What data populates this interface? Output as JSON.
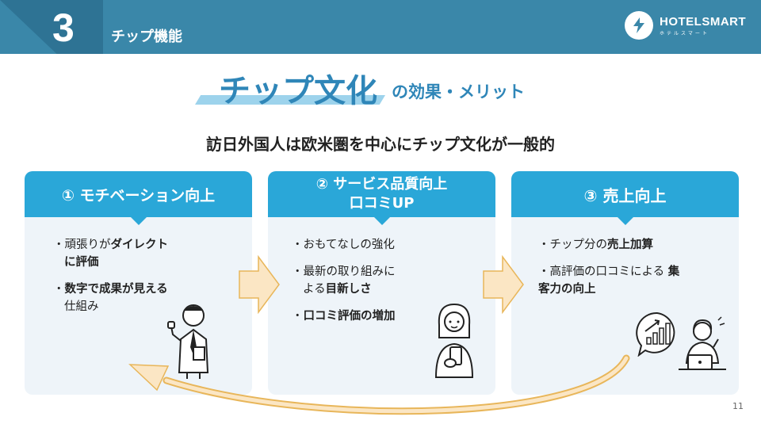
{
  "header": {
    "section_number": "3",
    "section_title": "チップ機能",
    "logo_name": "HOTELSMART",
    "logo_sub": "ホテルスマート"
  },
  "title": {
    "main": "チップ文化",
    "suffix": "の効果・メリット"
  },
  "subtitle": "訪日外国人は欧米圏を中心にチップ文化が一般的",
  "cards": [
    {
      "heading": "① モチベーション向上",
      "bullets": [
        {
          "prefix": "・頑張りが",
          "bold": "ダイレクト",
          "line2_bold": "に評価",
          "line2": ""
        },
        {
          "prefix": "・",
          "bold": "数字で成果が見える",
          "line2_bold": "",
          "line2": "仕組み"
        }
      ]
    },
    {
      "heading_line1": "② サービス品質向上",
      "heading_line2": "口コミUP",
      "bullets": [
        {
          "prefix": "・おもてなしの強化",
          "bold": "",
          "line2_bold": "",
          "line2": ""
        },
        {
          "prefix": "・最新の取り組みに",
          "bold": "",
          "line2": "よる",
          "line2_bold": "目新しさ"
        },
        {
          "prefix": "・",
          "bold": "口コミ評価の増加",
          "line2_bold": "",
          "line2": ""
        }
      ]
    },
    {
      "heading": "③ 売上向上",
      "bullets": [
        {
          "prefix": "・チップ分の",
          "bold": "売上加算",
          "line2_bold": "",
          "line2": ""
        },
        {
          "prefix": "・高評価の口コミによる",
          "bold": "集",
          "line2_bold": "客力の向上",
          "line2": ""
        }
      ]
    }
  ],
  "colors": {
    "header_bg": "#3a87a9",
    "card_head": "#2aa7d8",
    "card_bg": "#eef4f9",
    "title": "#2f86b8",
    "arrow_fill": "#fbe6c4",
    "arrow_stroke": "#e8b65a"
  },
  "page_number": "11"
}
